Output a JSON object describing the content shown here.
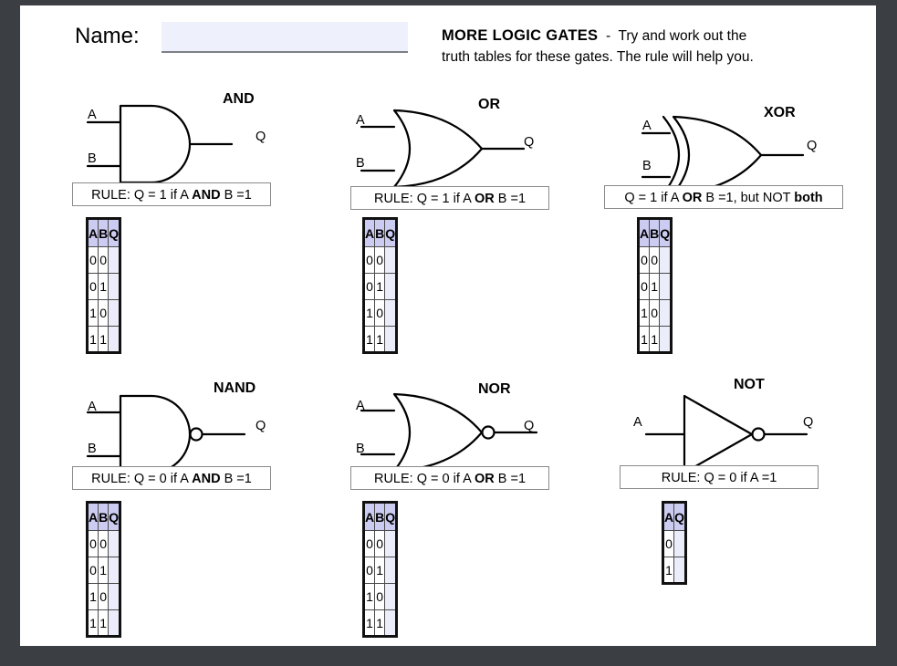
{
  "page": {
    "background_color": "#ffffff",
    "border_color": "#41454a"
  },
  "header": {
    "name_label": "Name:",
    "name_value": "",
    "name_placeholder": "",
    "title_bold": "MORE LOGIC GATES",
    "title_dash": "-",
    "title_rest_line1": "Try and work out the",
    "title_rest_line2": "truth tables for these gates. The rule will help you."
  },
  "table_headers": {
    "a": "A",
    "b": "B",
    "q": "Q"
  },
  "two_input_rows": [
    [
      "0",
      "0",
      ""
    ],
    [
      "0",
      "1",
      ""
    ],
    [
      "1",
      "0",
      ""
    ],
    [
      "1",
      "1",
      ""
    ]
  ],
  "one_input_rows": [
    [
      "0",
      ""
    ],
    [
      "1",
      ""
    ]
  ],
  "gates": [
    {
      "id": "and",
      "name": "AND",
      "inputs": [
        "A",
        "B"
      ],
      "output": "Q",
      "rule_parts": [
        {
          "text": "RULE: Q = 1 if A ",
          "bold": false
        },
        {
          "text": "AND",
          "bold": true
        },
        {
          "text": " B =1",
          "bold": false
        }
      ],
      "rule_text": "RULE: Q = 1 if A AND B =1",
      "inverted": false,
      "shape": "and"
    },
    {
      "id": "or",
      "name": "OR",
      "inputs": [
        "A",
        "B"
      ],
      "output": "Q",
      "rule_parts": [
        {
          "text": "RULE: Q = 1 if A ",
          "bold": false
        },
        {
          "text": "OR",
          "bold": true
        },
        {
          "text": " B =1",
          "bold": false
        }
      ],
      "rule_text": "RULE: Q = 1 if A OR B =1",
      "inverted": false,
      "shape": "or"
    },
    {
      "id": "xor",
      "name": "XOR",
      "inputs": [
        "A",
        "B"
      ],
      "output": "Q",
      "rule_parts": [
        {
          "text": "Q = 1 if A ",
          "bold": false
        },
        {
          "text": "OR",
          "bold": true
        },
        {
          "text": " B =1, but NOT ",
          "bold": false
        },
        {
          "text": "both",
          "bold": true
        }
      ],
      "rule_text": "Q = 1 if A OR B =1, but NOT both",
      "inverted": false,
      "shape": "xor"
    },
    {
      "id": "nand",
      "name": "NAND",
      "inputs": [
        "A",
        "B"
      ],
      "output": "Q",
      "rule_parts": [
        {
          "text": "RULE: Q = 0 if A ",
          "bold": false
        },
        {
          "text": "AND",
          "bold": true
        },
        {
          "text": " B =1",
          "bold": false
        }
      ],
      "rule_text": "RULE: Q = 0 if A AND B =1",
      "inverted": true,
      "shape": "and"
    },
    {
      "id": "nor",
      "name": "NOR",
      "inputs": [
        "A",
        "B"
      ],
      "output": "Q",
      "rule_parts": [
        {
          "text": "RULE: Q = 0 if A ",
          "bold": false
        },
        {
          "text": "OR",
          "bold": true
        },
        {
          "text": " B =1",
          "bold": false
        }
      ],
      "rule_text": "RULE: Q = 0 if A OR B =1",
      "inverted": true,
      "shape": "or"
    },
    {
      "id": "not",
      "name": "NOT",
      "inputs": [
        "A"
      ],
      "output": "Q",
      "rule_parts": [
        {
          "text": "RULE: Q = 0 if A =1",
          "bold": false
        }
      ],
      "rule_text": "RULE: Q = 0 if A =1",
      "inverted": true,
      "shape": "not"
    }
  ],
  "colors": {
    "header_cell": "#ccccf2",
    "q_cell": "#ecedfb",
    "name_field": "#eef0fb",
    "rule_border": "#8a8a8a",
    "table_border": "#111111",
    "page_border": "#41454a"
  }
}
